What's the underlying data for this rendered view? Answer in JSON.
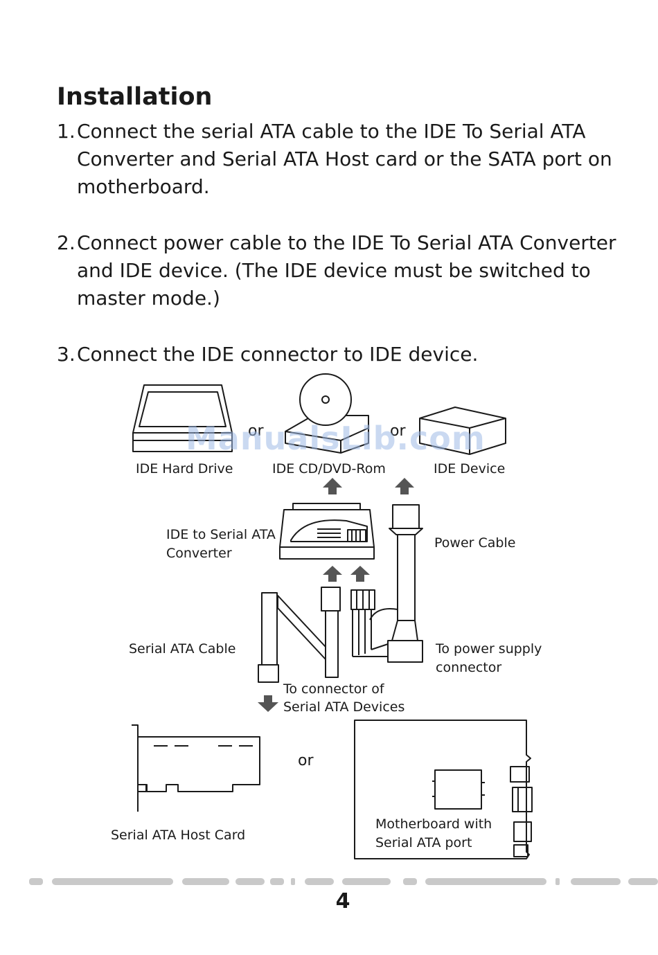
{
  "heading": "Installation",
  "steps": [
    {
      "num": "1.",
      "text": "Connect the serial ATA cable to the IDE To Serial ATA Converter and Serial ATA Host card or the SATA port on motherboard."
    },
    {
      "num": "2.",
      "text": "Connect power cable to the IDE To Serial ATA Converter and IDE device. (The IDE device must be switched to master mode.)"
    },
    {
      "num": "3.",
      "text": "Connect the IDE connector to IDE device."
    }
  ],
  "diagram": {
    "labels": {
      "ide_hard_drive": "IDE Hard Drive",
      "ide_cd_dvd_rom": "IDE CD/DVD-Rom",
      "ide_device": "IDE Device",
      "or": "or",
      "converter_line1": "IDE to Serial ATA",
      "converter_line2": "Converter",
      "power_cable": "Power Cable",
      "sata_cable": "Serial ATA Cable",
      "to_power_supply_line1": "To power supply",
      "to_power_supply_line2": "connector",
      "to_connector_line1": "To connector of",
      "to_connector_line2": "Serial ATA Devices",
      "host_card": "Serial ATA Host Card",
      "motherboard_line1": "Motherboard with",
      "motherboard_line2": "Serial ATA port"
    }
  },
  "watermark": "ManualsLib.com",
  "page_number": "4"
}
